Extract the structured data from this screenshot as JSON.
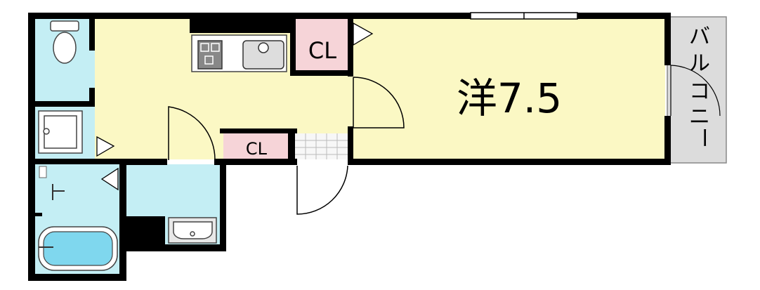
{
  "floorplan": {
    "main_room_label": "洋7.5",
    "closet_upper_label": "CL",
    "closet_lower_label": "CL",
    "balcony_label": [
      "バ",
      "ル",
      "コ",
      "ニ",
      "ー"
    ]
  },
  "colors": {
    "wall": "#000000",
    "yellow_room": "#fbf8c4",
    "wet_area": "#c4eef4",
    "closet": "#f6d4d8",
    "balcony": "#dcdcdc",
    "fixture_gray": "#d9d9d9",
    "bathtub": "#7fd7ee"
  },
  "icons": [
    "toilet-icon",
    "washing-machine-icon",
    "stove-icon",
    "kitchen-sink-icon",
    "shower-icon",
    "bathtub-icon",
    "wash-basin-icon"
  ]
}
